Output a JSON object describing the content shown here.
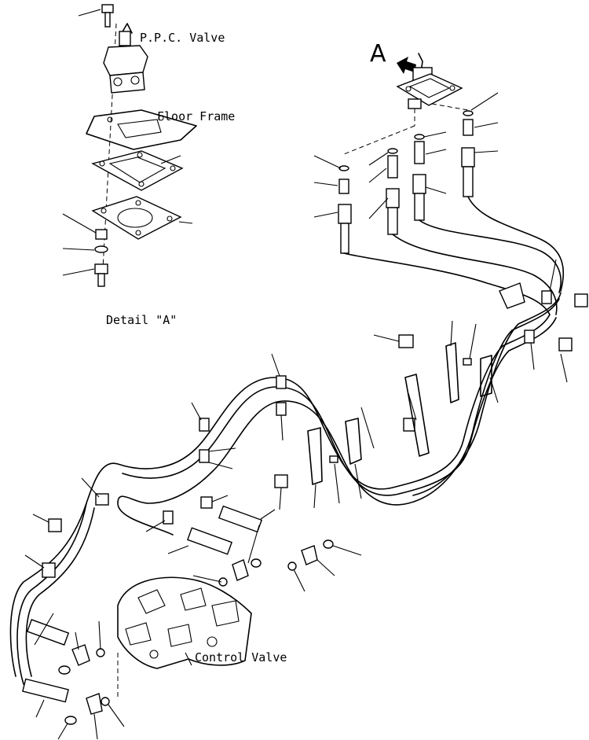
{
  "labels": {
    "ppc_valve": "P.P.C. Valve",
    "floor_frame": "Floor Frame",
    "detail_a": "Detail \"A\"",
    "control_valve": "Control Valve",
    "view_a": "A"
  }
}
